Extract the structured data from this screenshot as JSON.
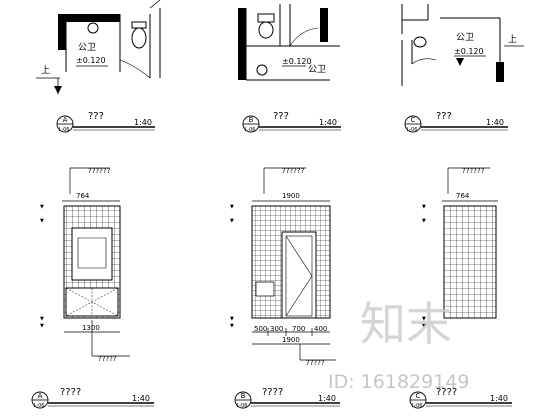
{
  "plans": {
    "a": {
      "room": "公卫",
      "level": "±0.120",
      "stair": "上",
      "tag": {
        "letter": "A",
        "sheet": "L-06"
      },
      "title": "???",
      "scale": "1:40"
    },
    "b": {
      "room": "公卫",
      "level": "±0.120",
      "tag": {
        "letter": "B",
        "sheet": "L-06"
      },
      "title": "???",
      "scale": "1:40"
    },
    "c": {
      "room": "公卫",
      "level": "±0.120",
      "stair": "上",
      "tag": {
        "letter": "C",
        "sheet": "L-06"
      },
      "title": "???",
      "scale": "1:40"
    }
  },
  "elevations": {
    "a": {
      "note_top": "??????",
      "note_bottom": "?????",
      "dim_top": "764",
      "dim_bottom": "1300",
      "tag": {
        "letter": "A",
        "sheet": "L-06"
      },
      "title": "????",
      "scale": "1:40"
    },
    "b": {
      "note_top": "??????",
      "note_bottom": "?????",
      "dim_top": "1900",
      "dims_bottom": [
        "500",
        "300",
        "700",
        "400"
      ],
      "dim_total": "1900",
      "tag": {
        "letter": "B",
        "sheet": "L-06"
      },
      "title": "????",
      "scale": "1:40"
    },
    "c": {
      "note_top": "??????",
      "dim_top": "764",
      "tag": {
        "letter": "C",
        "sheet": "L-06"
      },
      "title": "????",
      "scale": "1:40"
    }
  },
  "watermark": {
    "brand": "知末",
    "id_text": "ID: 161829149"
  }
}
